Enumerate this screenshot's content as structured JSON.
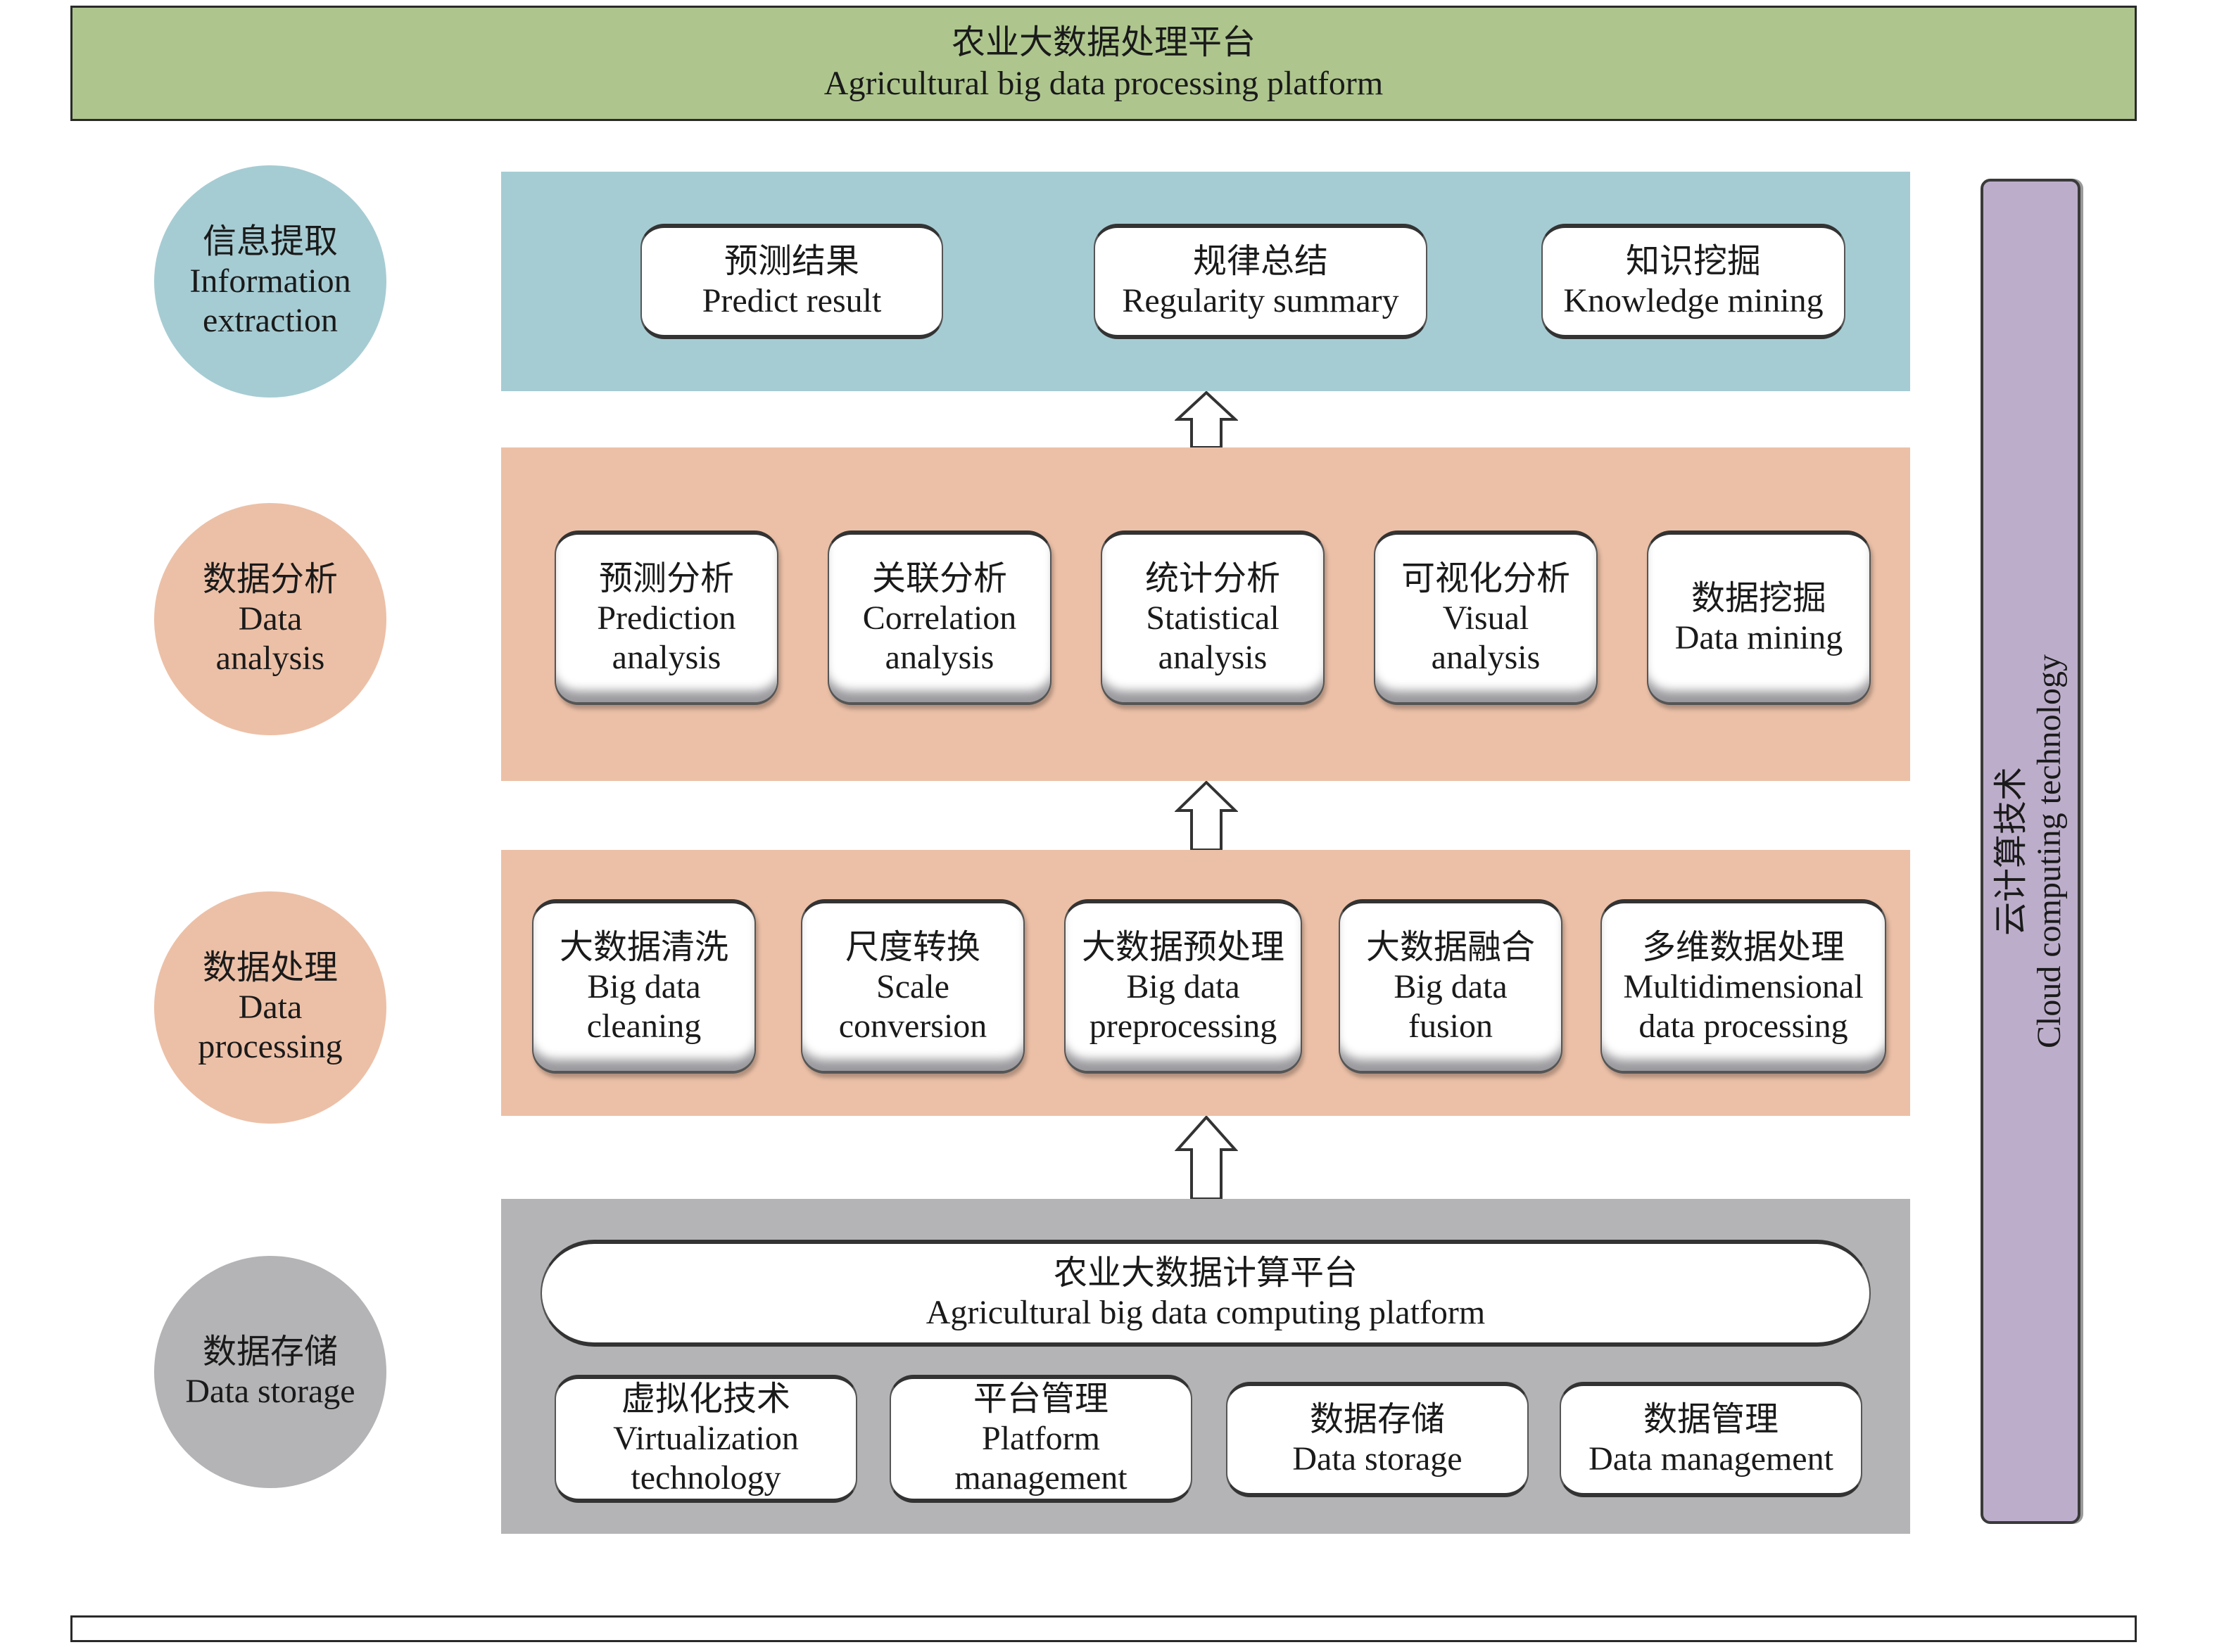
{
  "header": {
    "title_zh": "农业大数据处理平台",
    "title_en": "Agricultural big data processing platform"
  },
  "layers": [
    {
      "zh": "信息提取",
      "en": [
        "Information",
        "extraction"
      ],
      "color": "#a6ccd3"
    },
    {
      "zh": "数据分析",
      "en": [
        "Data",
        "analysis"
      ],
      "color": "#ecc0a7"
    },
    {
      "zh": "数据处理",
      "en": [
        "Data",
        "processing"
      ],
      "color": "#ecc0a7"
    },
    {
      "zh": "数据存储",
      "en": [
        "Data storage"
      ],
      "color": "#b4b3b5"
    }
  ],
  "extraction": [
    {
      "zh": "预测结果",
      "en": [
        "Predict result"
      ]
    },
    {
      "zh": "规律总结",
      "en": [
        "Regularity summary"
      ]
    },
    {
      "zh": "知识挖掘",
      "en": [
        "Knowledge mining"
      ]
    }
  ],
  "analysis": [
    {
      "zh": "预测分析",
      "en": [
        "Prediction",
        "analysis"
      ]
    },
    {
      "zh": "关联分析",
      "en": [
        "Correlation",
        "analysis"
      ]
    },
    {
      "zh": "统计分析",
      "en": [
        "Statistical",
        "analysis"
      ]
    },
    {
      "zh": "可视化分析",
      "en": [
        "Visual",
        "analysis"
      ]
    },
    {
      "zh": "数据挖掘",
      "en": [
        "Data mining"
      ]
    }
  ],
  "processing": [
    {
      "zh": "大数据清洗",
      "en": [
        "Big data",
        "cleaning"
      ]
    },
    {
      "zh": "尺度转换",
      "en": [
        "Scale",
        "conversion"
      ]
    },
    {
      "zh": "大数据预处理",
      "en": [
        "Big data",
        "preprocessing"
      ]
    },
    {
      "zh": "大数据融合",
      "en": [
        "Big data",
        "fusion"
      ]
    },
    {
      "zh": "多维数据处理",
      "en": [
        "Multidimensional",
        "data processing"
      ]
    }
  ],
  "storage": {
    "platform": {
      "zh": "农业大数据计算平台",
      "en": "Agricultural big data computing platform"
    },
    "items": [
      {
        "zh": "虚拟化技术",
        "en": [
          "Virtualization",
          "technology"
        ]
      },
      {
        "zh": "平台管理",
        "en": [
          "Platform",
          "management"
        ]
      },
      {
        "zh": "数据存储",
        "en": [
          "Data storage"
        ]
      },
      {
        "zh": "数据管理",
        "en": [
          "Data management"
        ]
      }
    ]
  },
  "side": {
    "zh": "云计算技术",
    "en": "Cloud computing technology"
  },
  "colors": {
    "banner": "#aec68e",
    "extraction": "#a6ccd3",
    "analysis": "#ecc0a7",
    "storage": "#b4b3b5",
    "cloud": "#bcaecb"
  }
}
